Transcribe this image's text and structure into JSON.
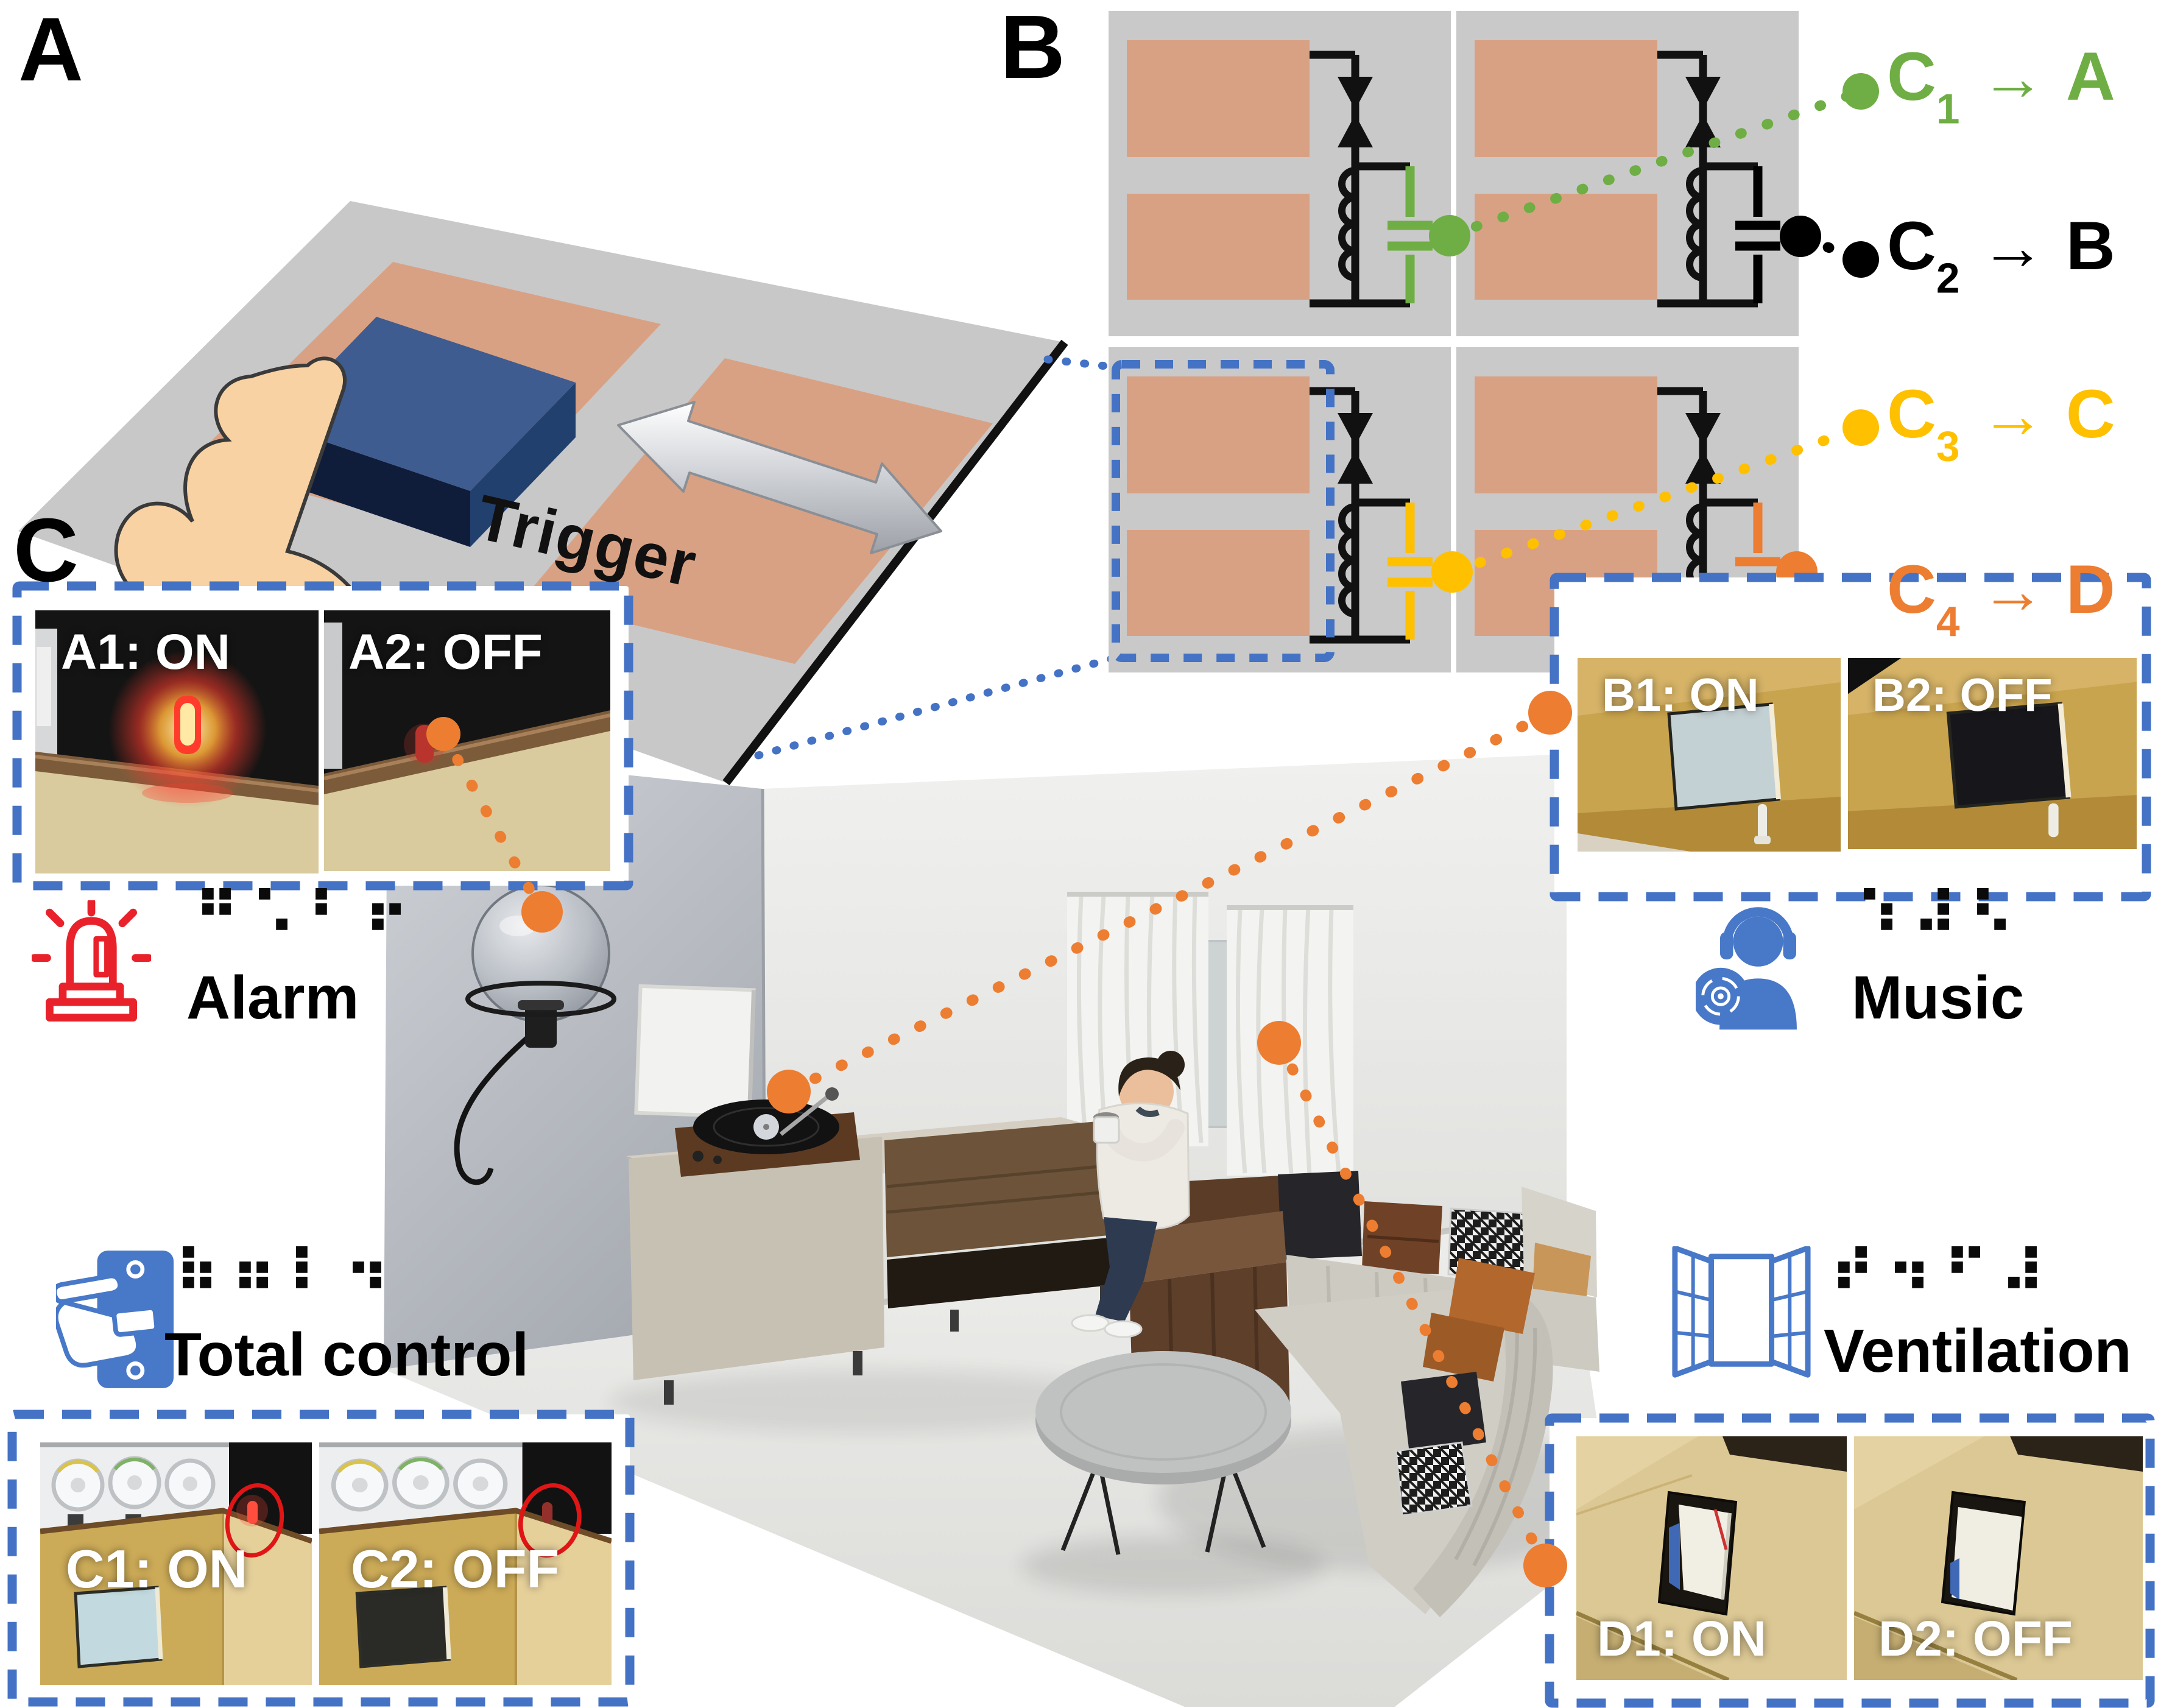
{
  "figure": {
    "panel_a_label": "A",
    "panel_b_label": "B",
    "panel_c_label": "C"
  },
  "panel_a": {
    "trigger_label": "Trigger"
  },
  "panel_b": {
    "arrow": "→",
    "channels": [
      {
        "name": "C",
        "sub": "1",
        "target": "A",
        "color": "#6FAE44"
      },
      {
        "name": "C",
        "sub": "2",
        "target": "B",
        "color": "#000000"
      },
      {
        "name": "C",
        "sub": "3",
        "target": "C",
        "color": "#FFC000"
      },
      {
        "name": "C",
        "sub": "4",
        "target": "D",
        "color": "#ED7D31"
      }
    ]
  },
  "insets": {
    "alarm": {
      "on": "A1: ON",
      "off": "A2: OFF"
    },
    "music": {
      "on": "B1: ON",
      "off": "B2: OFF"
    },
    "total": {
      "on": "C1: ON",
      "off": "C2: OFF"
    },
    "vent": {
      "on": "D1: ON",
      "off": "D2: OFF"
    }
  },
  "features": {
    "alarm": {
      "label": "Alarm",
      "braille": "⠛⠡⠃⠖"
    },
    "music": {
      "label": "Music",
      "braille": "⠱⠼⠣"
    },
    "total": {
      "label": "Total control",
      "braille": "⠷⠶⠇⠲"
    },
    "vent": {
      "label": "Ventilation",
      "braille": "⠞⠲⠋⠼"
    }
  },
  "colors": {
    "electrode_tan": "#D9A183",
    "module_gray": "#C9C9C9",
    "board_gray": "#C8C8C8",
    "slider_blue_top": "#3E5C90",
    "slider_blue_front": "#0F1D3A",
    "dashed_box_blue": "#4472C4",
    "connector_orange": "#ED7D31",
    "alarm_red": "#E8212B",
    "icon_blue": "#4878C8",
    "led_red": "#FF3B2C"
  }
}
